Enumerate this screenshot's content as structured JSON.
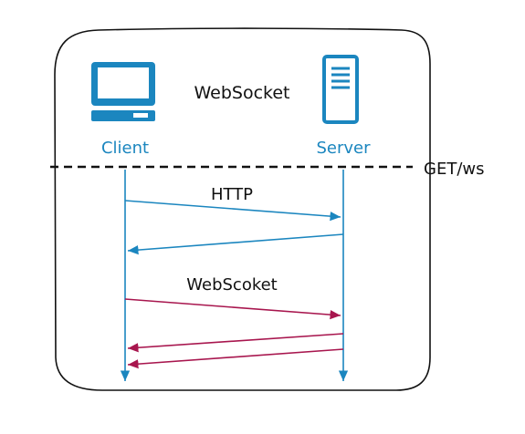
{
  "title": "WebSocket",
  "actors": {
    "client": {
      "label": "Client",
      "icon": "monitor-icon"
    },
    "server": {
      "label": "Server",
      "icon": "server-icon"
    }
  },
  "request_note": "GET/ws",
  "phases": {
    "http": {
      "label": "HTTP"
    },
    "websocket": {
      "label": "WebScoket"
    }
  },
  "colors": {
    "blue": "#1b86bf",
    "crimson": "#a8164e",
    "ink": "#111111"
  }
}
